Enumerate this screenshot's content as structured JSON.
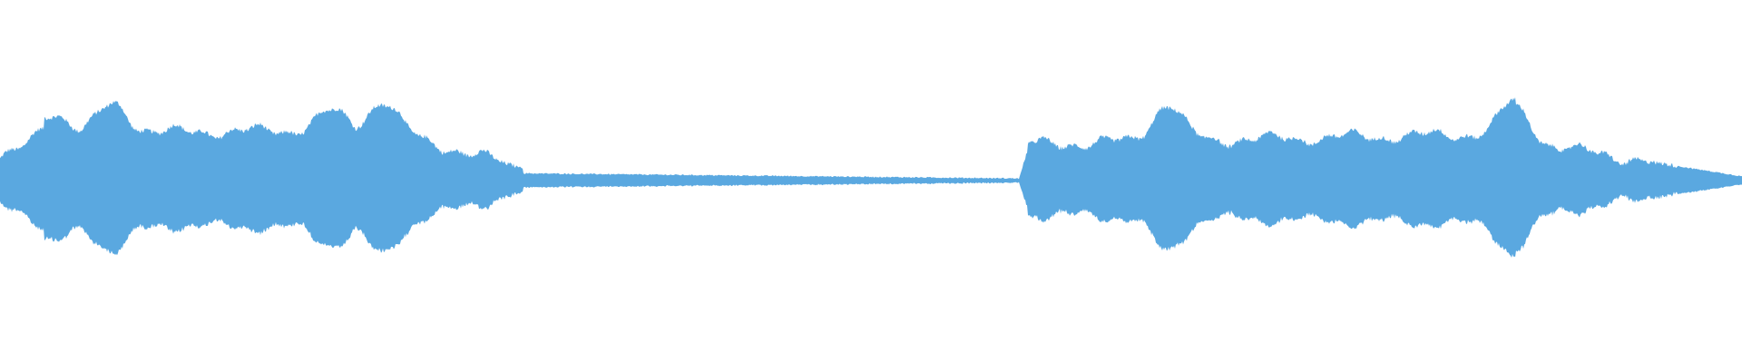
{
  "waveform": {
    "color": "#5aa8e0",
    "background": "#ffffff",
    "segments": [
      {
        "start": 0.0,
        "end": 0.025,
        "amp_start": 0.06,
        "amp_end": 0.1
      },
      {
        "start": 0.025,
        "end": 0.22,
        "amp_start": 0.13,
        "amp_end": 0.14
      },
      {
        "start": 0.22,
        "end": 0.3,
        "amp_start": 0.14,
        "amp_end": 0.035
      },
      {
        "start": 0.3,
        "end": 0.585,
        "amp_start": 0.02,
        "amp_end": 0.006
      },
      {
        "start": 0.585,
        "end": 0.59,
        "amp_start": 0.006,
        "amp_end": 0.08
      },
      {
        "start": 0.59,
        "end": 0.87,
        "amp_start": 0.1,
        "amp_end": 0.13
      },
      {
        "start": 0.87,
        "end": 1.0,
        "amp_start": 0.11,
        "amp_end": 0.012
      }
    ],
    "peaks": [
      {
        "pos": 0.03,
        "amp": 0.19
      },
      {
        "pos": 0.065,
        "amp": 0.21
      },
      {
        "pos": 0.19,
        "amp": 0.19
      },
      {
        "pos": 0.22,
        "amp": 0.22
      },
      {
        "pos": 0.67,
        "amp": 0.21
      },
      {
        "pos": 0.87,
        "amp": 0.22
      }
    ]
  }
}
